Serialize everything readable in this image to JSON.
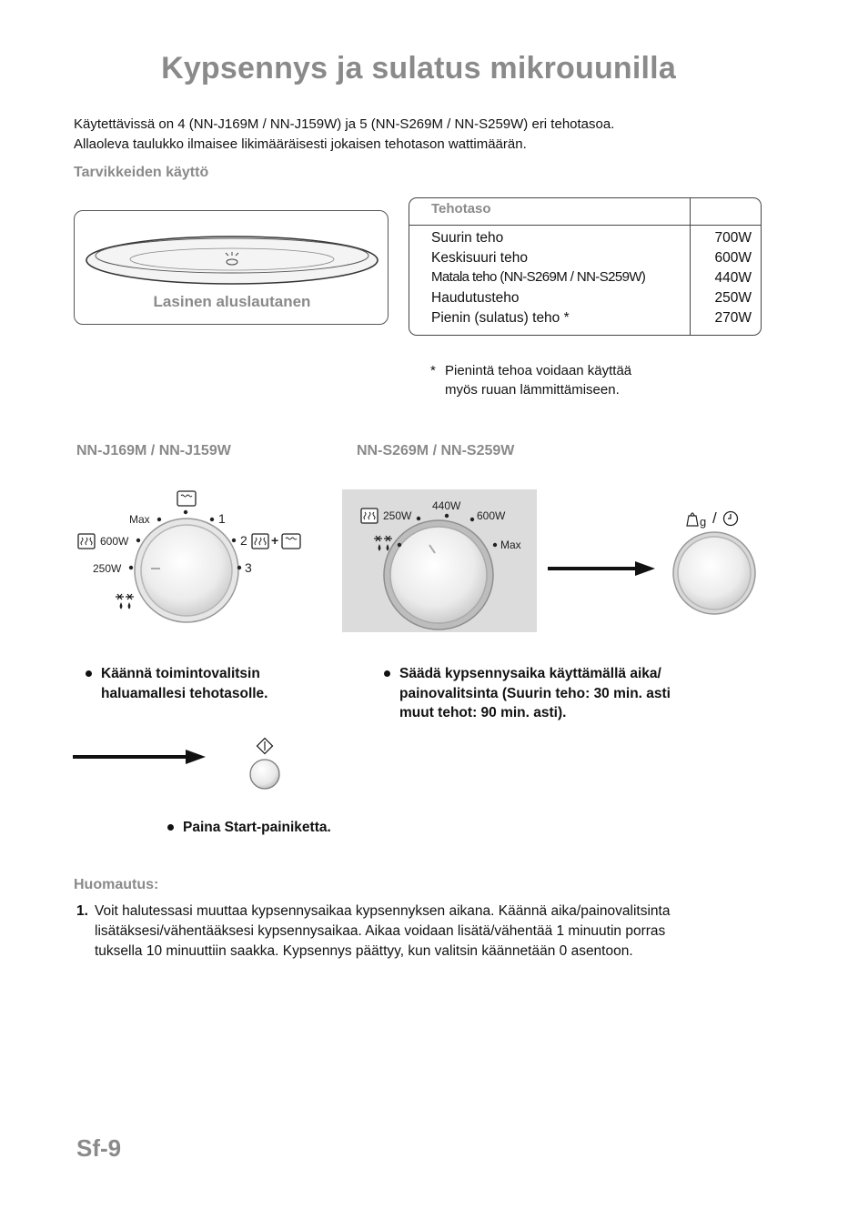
{
  "title": "Kypsennys ja sulatus mikrouunilla",
  "intro": {
    "line1": "Käytettävissä on 4 (NN-J169M / NN-J159W) ja 5 (NN-S269M / NN-S259W) eri tehotasoa.",
    "line2": "Allaoleva taulukko ilmaisee likimääräisesti jokaisen tehotason wattimäärän."
  },
  "accessories": {
    "heading": "Tarvikkeiden käyttö",
    "plate_label": "Lasinen aluslautanen"
  },
  "power_table": {
    "header": "Tehotaso",
    "rows": [
      {
        "name": "Suurin teho",
        "watt": "700W"
      },
      {
        "name": "Keskisuuri teho",
        "watt": "600W"
      },
      {
        "name": "Matala teho (NN-S269M / NN-S259W)",
        "watt": "440W"
      },
      {
        "name": "Haudutusteho",
        "watt": "250W"
      },
      {
        "name": "Pienin (sulatus) teho *",
        "watt": "270W"
      }
    ],
    "footnote_mark": "*",
    "footnote_line1": "Pienintä tehoa voidaan käyttää",
    "footnote_line2": "myös ruuan lämmittämiseen."
  },
  "models": {
    "left": "NN-J169M / NN-J159W",
    "right": "NN-S269M / NN-S259W"
  },
  "dial_left": {
    "max": "Max",
    "p600": "600W",
    "p250": "250W",
    "n1": "1",
    "n2": "2",
    "n3": "3",
    "plus": "+"
  },
  "dial_right": {
    "p250": "250W",
    "p440": "440W",
    "p600": "600W",
    "max": "Max",
    "timer_g": "g",
    "timer_slash": "/"
  },
  "steps": {
    "left": {
      "line1": "Käännä toimintovalitsin",
      "line2": "haluamallesi tehotasolle."
    },
    "right": {
      "line1": "Säädä kypsennysaika käyttämällä aika/",
      "line2": "painovalitsinta (Suurin teho: 30 min. asti",
      "line3": "muut tehot: 90 min. asti)."
    },
    "start": "Paina Start-painiketta."
  },
  "note": {
    "heading": "Huomautus:",
    "number": "1.",
    "line1": "Voit halutessasi muuttaa kypsennysaikaa kypsennyksen aikana. Käännä aika/painovalitsinta",
    "line2": "lisätäksesi/vähentääksesi kypsennysaikaa. Aikaa voidaan lisätä/vähentää 1 minuutin porras",
    "line3": "tuksella 10 minuuttiin saakka. Kypsennys päättyy, kun valitsin käännetään 0 asentoon."
  },
  "page_number": "Sf-9"
}
